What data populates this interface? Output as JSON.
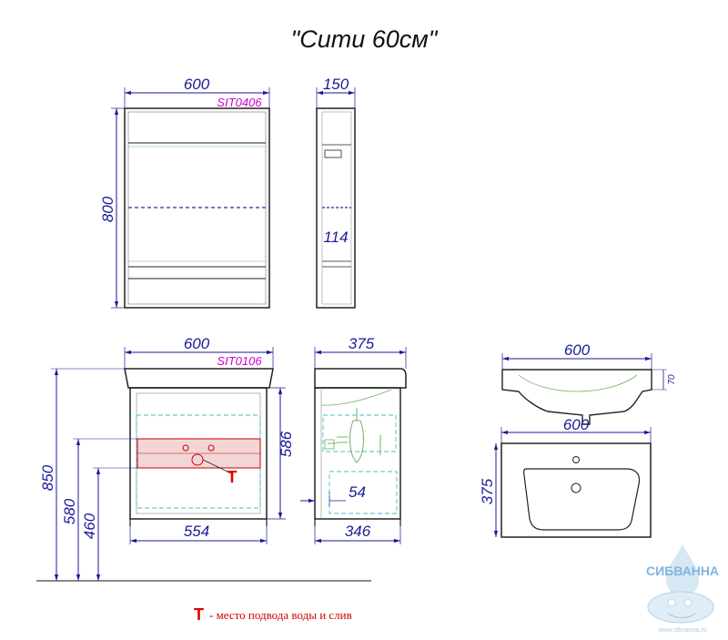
{
  "title": "\"Сити 60см\"",
  "mirror_cabinet": {
    "code": "SIT0406",
    "width": "600",
    "depth": "150",
    "height": "800",
    "shelf": "114"
  },
  "vanity": {
    "code": "SIT0106",
    "width_top": "600",
    "width_bottom": "554",
    "depth_top": "375",
    "depth_bottom": "346",
    "height_total": "850",
    "height_580": "580",
    "height_460": "460",
    "body_height": "586",
    "offset": "54",
    "t_mark": "T"
  },
  "sink": {
    "width_side": "600",
    "height": "70",
    "width_top": "600",
    "depth": "375"
  },
  "legend": {
    "symbol": "T",
    "text": "- место подвода воды и слив"
  },
  "watermark": {
    "brand": "СИБВАННА",
    "site": "www.sibvanna.ru"
  },
  "colors": {
    "dimension": "#1a1a9a",
    "code": "#d000c8",
    "marker": "#e00000",
    "outline": "#222222",
    "dashed": "#40c0c0",
    "green": "#70b060"
  }
}
